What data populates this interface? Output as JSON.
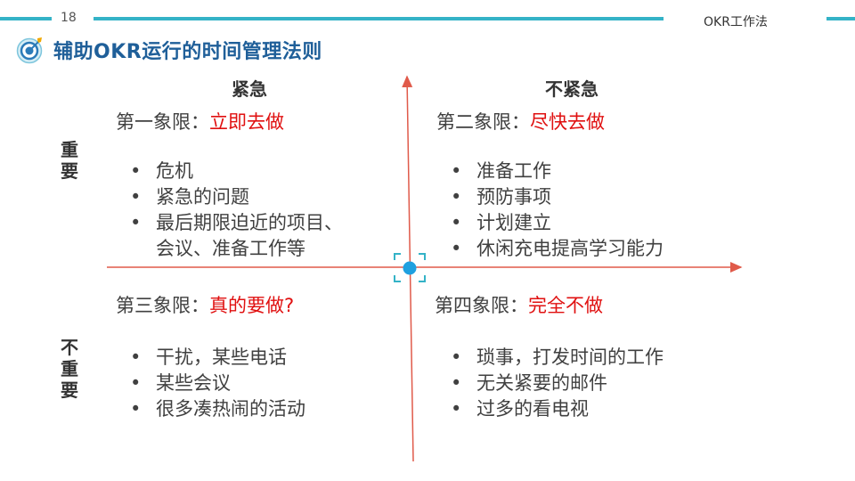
{
  "header": {
    "page_number": "18",
    "brand": "OKR工作法",
    "title": "辅助OKR运行的时间管理法则",
    "accent_color": "#34b3c7",
    "title_color": "#1f5f99"
  },
  "matrix": {
    "columns": {
      "urgent": "紧急",
      "not_urgent": "不紧急"
    },
    "rows": {
      "important": "重要",
      "not_important": "不重要"
    },
    "action_color": "#e01010",
    "axis_color": "#e05a4a",
    "quadrants": [
      {
        "label": "第一象限：",
        "action": "立即去做",
        "items": [
          "危机",
          "紧急的问题",
          [
            "最后期限迫近的项目、",
            "会议、准备工作等"
          ]
        ]
      },
      {
        "label": "第二象限：",
        "action": "尽快去做",
        "items": [
          "准备工作",
          "预防事项",
          "计划建立",
          "休闲充电提高学习能力"
        ]
      },
      {
        "label": "第三象限：",
        "action": "真的要做?",
        "items": [
          "干扰，某些电话",
          "某些会议",
          "很多凑热闹的活动"
        ]
      },
      {
        "label": "第四象限：",
        "action": "完全不做",
        "items": [
          "琐事，打发时间的工作",
          "无关紧要的邮件",
          "过多的看电视"
        ]
      }
    ]
  }
}
